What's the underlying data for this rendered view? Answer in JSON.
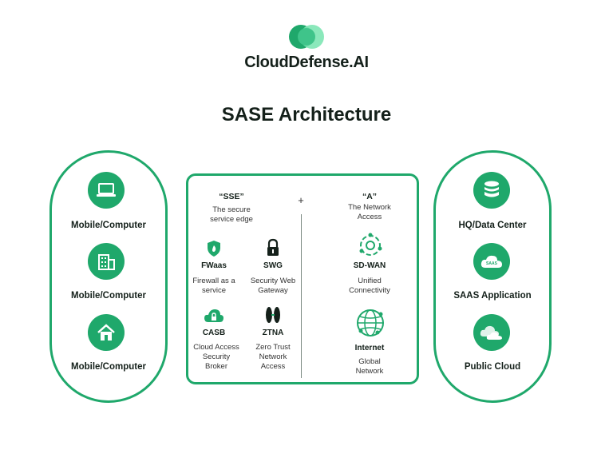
{
  "brand": {
    "name": "CloudDefense.AI"
  },
  "title": "SASE Architecture",
  "left_group": {
    "items": [
      {
        "label": "Mobile/Computer",
        "icon": "laptop-icon"
      },
      {
        "label": "Mobile/Computer",
        "icon": "building-icon"
      },
      {
        "label": "Mobile/Computer",
        "icon": "home-icon"
      }
    ]
  },
  "right_group": {
    "items": [
      {
        "label": "HQ/Data Center",
        "icon": "database-icon"
      },
      {
        "label": "SAAS Application",
        "icon": "saas-cloud-icon",
        "badge": "SAAS"
      },
      {
        "label": "Public Cloud",
        "icon": "cloud-icon"
      }
    ]
  },
  "center": {
    "sse": {
      "heading": "“SSE”",
      "desc_line1": "The secure",
      "desc_line2": "service edge"
    },
    "plus": "+",
    "a": {
      "heading": "“A”",
      "desc_line1": "The Network",
      "desc_line2": "Access"
    },
    "fwaas": {
      "label": "FWaas",
      "line1": "Firewall as a",
      "line2": "service"
    },
    "swg": {
      "label": "SWG",
      "line1": "Security Web",
      "line2": "Gateway"
    },
    "casb": {
      "label": "CASB",
      "line1": "Cloud Access",
      "line2": "Security",
      "line3": "Broker"
    },
    "ztna": {
      "label": "ZTNA",
      "line1": "Zero Trust",
      "line2": "Network",
      "line3": "Access"
    },
    "sdwan": {
      "label": "SD-WAN",
      "line1": "Unified",
      "line2": "Connectivity"
    },
    "internet": {
      "label": "Internet",
      "line1": "Global",
      "line2": "Network"
    }
  },
  "colors": {
    "accent": "#1fa86b",
    "logo_light": "#7ee6b4",
    "text": "#14201a"
  }
}
